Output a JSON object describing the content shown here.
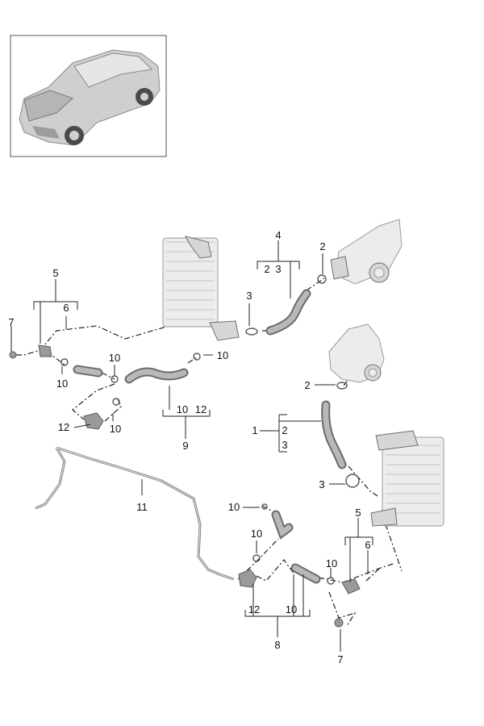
{
  "labels": {
    "l5_top": "5",
    "l6_top": "6",
    "l7_top": "7",
    "l10_a": "10",
    "l10_b": "10",
    "l10_c": "10",
    "l10_d": "10",
    "l12_a": "12",
    "l9_sub10": "10",
    "l9_sub12": "12",
    "l9": "9",
    "l4": "4",
    "l4_sub2": "2",
    "l4_sub3": "3",
    "l2_top": "2",
    "l3_mid": "3",
    "l2_mid": "2",
    "l1": "1",
    "l1_sub2": "2",
    "l1_sub3": "3",
    "l3_low": "3",
    "l11": "11",
    "l10_e": "10",
    "l10_f": "10",
    "l10_g": "10",
    "l5_bot": "5",
    "l6_bot": "6",
    "l8_sub12": "12",
    "l8_sub10": "10",
    "l8": "8",
    "l7_bot": "7"
  },
  "colors": {
    "part_fill": "#d6d6d6",
    "line": "#222222",
    "frame": "#555555"
  },
  "icons": {
    "vehicle": "car-thumbnail-icon"
  }
}
